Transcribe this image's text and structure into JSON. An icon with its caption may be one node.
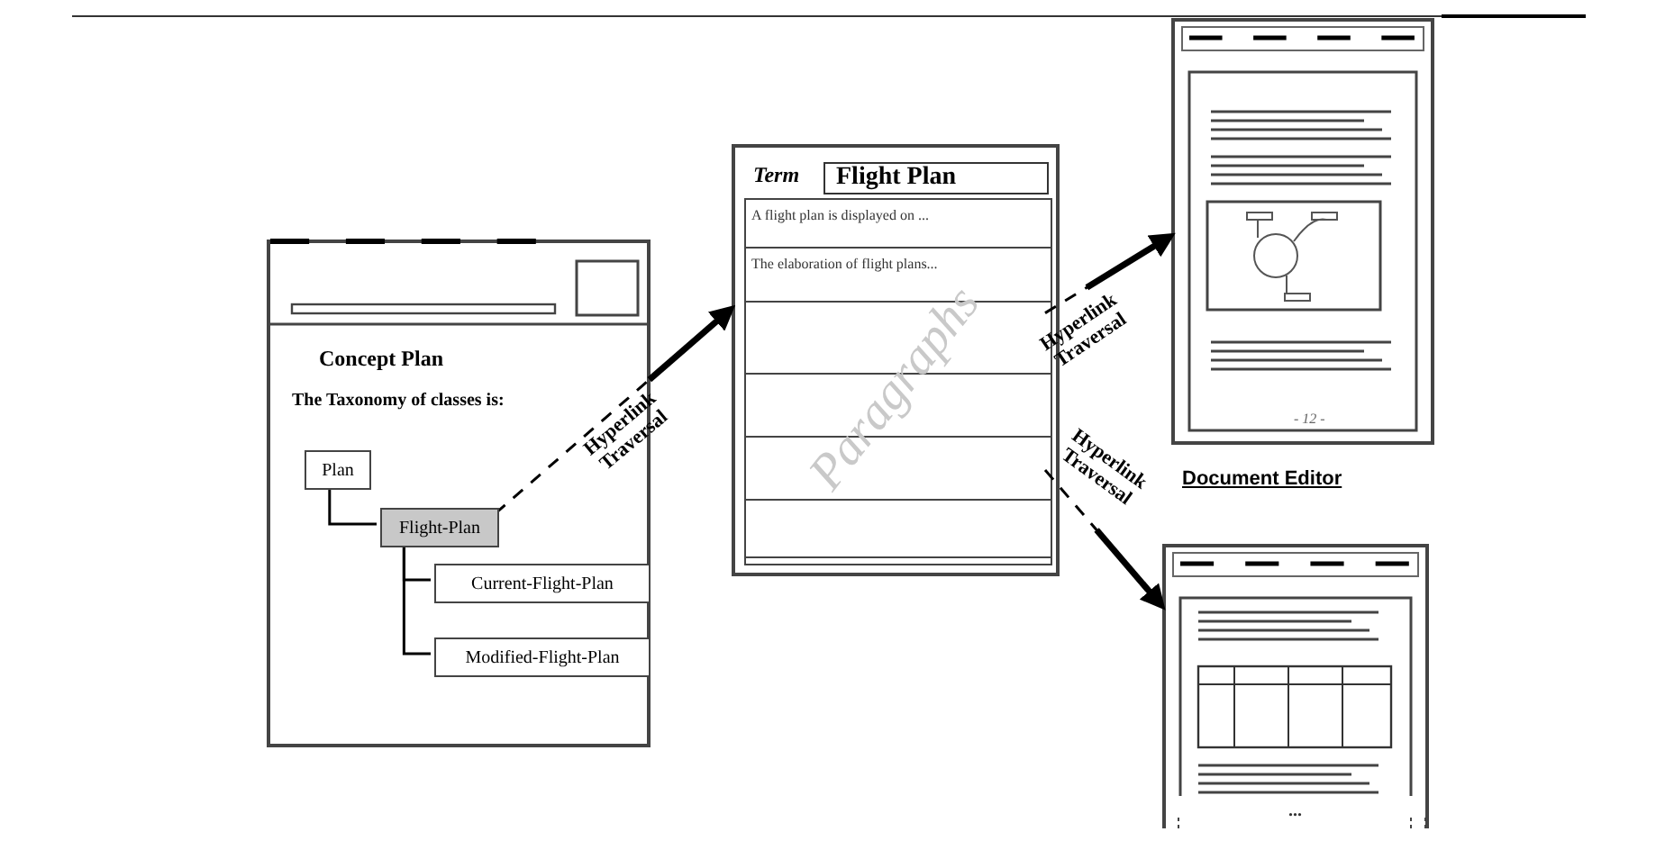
{
  "diagram": {
    "nodes": [
      {
        "text": [
          "Concept Plan",
          "The Taxonomy of classes is:"
        ]
      },
      {
        "text": [
          "Plan"
        ],
        "in": 0
      },
      {
        "text": [
          "Flight-Plan"
        ],
        "in": 0
      },
      {
        "text": [
          "Current-Flight-Plan"
        ],
        "in": 0
      },
      {
        "text": [
          "Modified-Flight-Plan"
        ],
        "in": 0
      },
      {
        "text": [
          "Term"
        ]
      },
      {
        "text": [
          "Flight Plan"
        ],
        "in": 5
      },
      {
        "text": [],
        "shape": "box",
        "in": 5
      },
      {
        "text": [
          "A flight plan is displayed on ..."
        ],
        "in": 7
      },
      {
        "text": [
          "The elaboration of flight plans..."
        ],
        "in": 7
      },
      {
        "text": [],
        "shape": "box",
        "in": 7
      },
      {
        "text": [],
        "shape": "box",
        "in": 7
      },
      {
        "text": [],
        "shape": "box",
        "in": 7
      },
      {
        "text": [],
        "shape": "box",
        "in": 7
      },
      {
        "text": [
          "Document Editor"
        ]
      },
      {
        "text": [],
        "shape": "box"
      }
    ],
    "edges": [
      {
        "from": 1,
        "to": 2,
        "arrow": "none"
      },
      {
        "from": 2,
        "to": 3,
        "arrow": "none"
      },
      {
        "from": 2,
        "to": 4,
        "arrow": "none"
      },
      {
        "from": 2,
        "to": 5,
        "arrow": "to",
        "label": "Hyperlink Traversal",
        "style": "dashed"
      },
      {
        "from": 10,
        "to": 14,
        "arrow": "to",
        "label": "Hyperlink Traversal",
        "style": "dashed"
      },
      {
        "from": 12,
        "to": 15,
        "arrow": "to",
        "label": "Hyperlink Traversal",
        "style": "dashed"
      }
    ],
    "labels": [
      "Paragraphs",
      "- 12 -",
      "..."
    ]
  }
}
